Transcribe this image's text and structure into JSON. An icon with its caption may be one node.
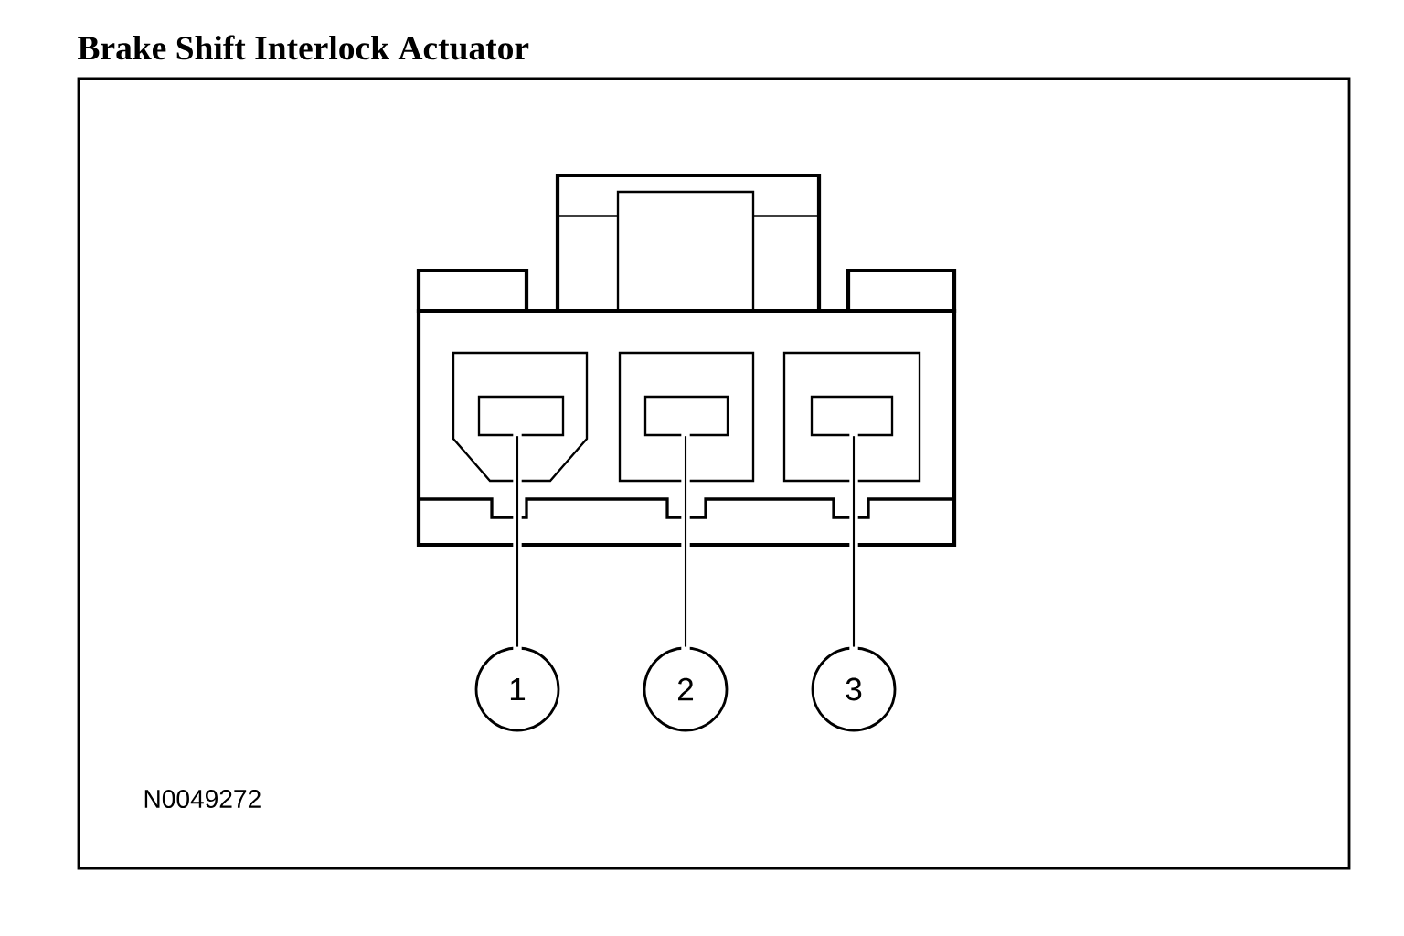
{
  "diagram": {
    "title": "Brake Shift Interlock Actuator",
    "nodes": [
      {
        "text": [],
        "shape": "box"
      },
      {
        "text": [],
        "shape": "box"
      },
      {
        "text": [],
        "shape": "box"
      },
      {
        "text": [
          "1"
        ]
      },
      {
        "text": [
          "2"
        ]
      },
      {
        "text": [
          "3"
        ]
      }
    ],
    "edges": [
      {
        "from": 3,
        "to": 0,
        "arrow": "none"
      },
      {
        "from": 4,
        "to": 1,
        "arrow": "none"
      },
      {
        "from": 5,
        "to": 2,
        "arrow": "none"
      }
    ],
    "labels": [
      "N0049272"
    ]
  }
}
